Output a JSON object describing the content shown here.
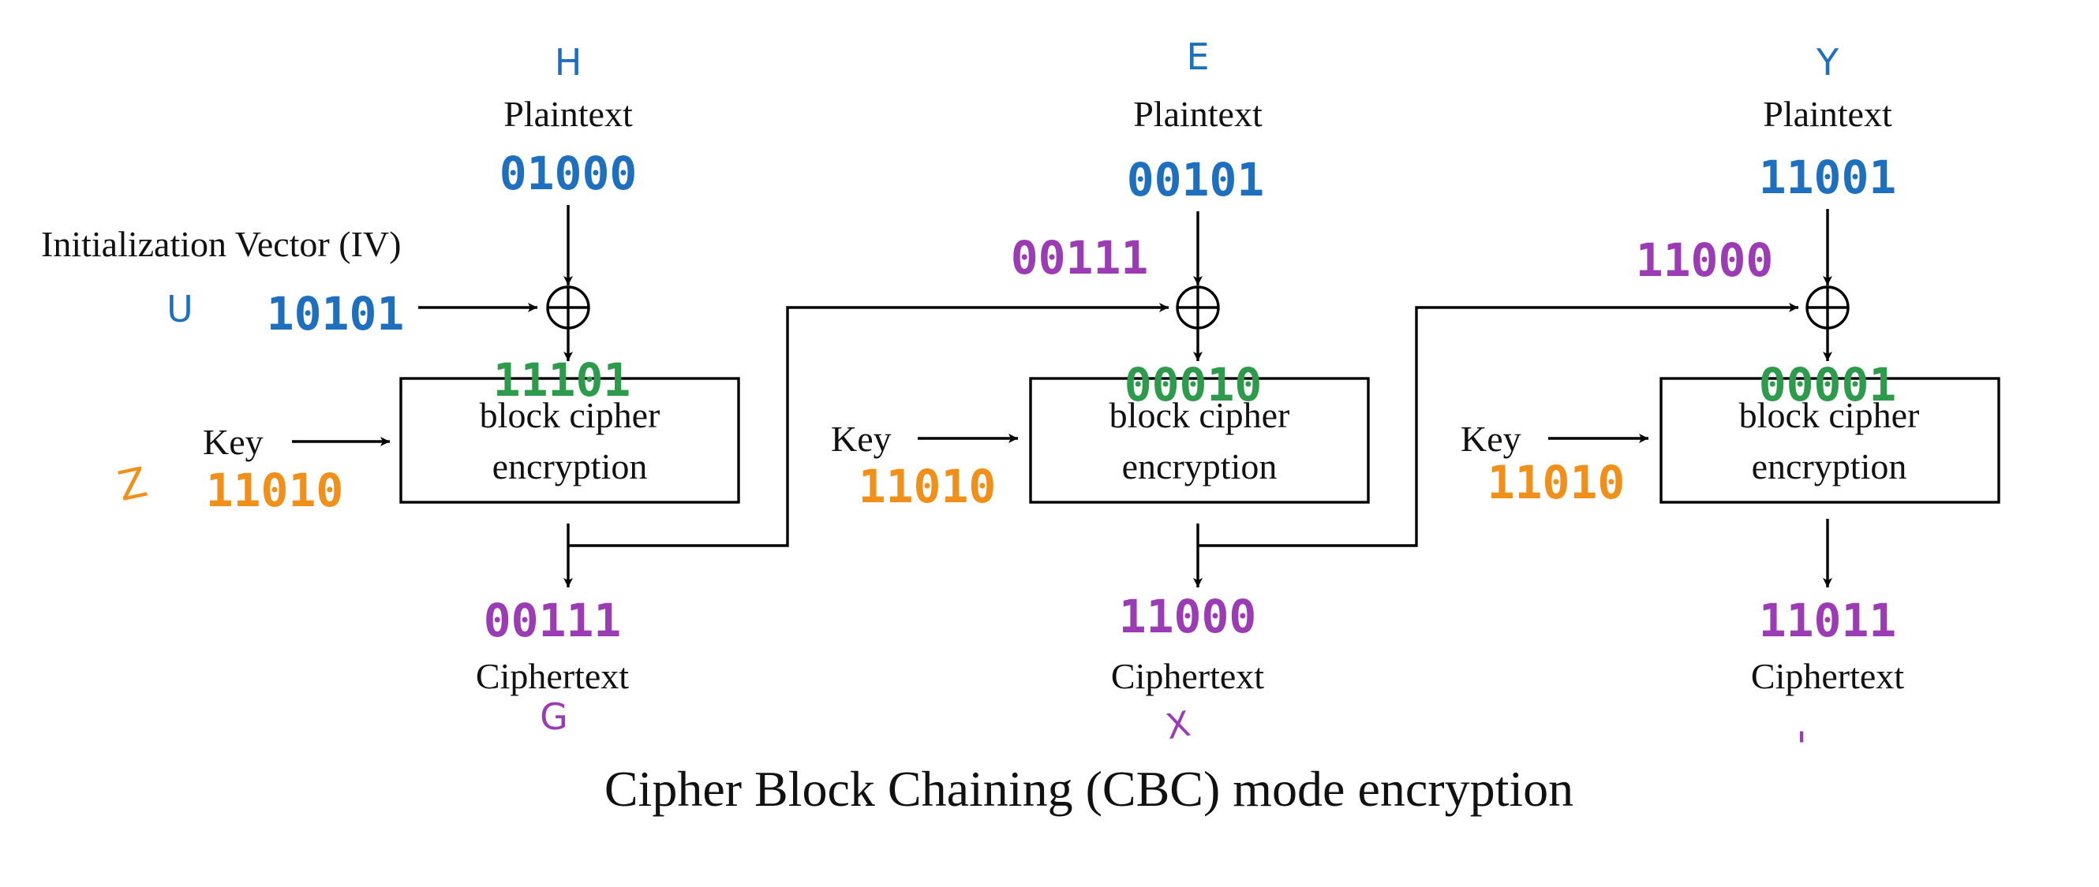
{
  "title": "Cipher Block Chaining (CBC) mode encryption",
  "iv": {
    "label": "Initialization Vector (IV)",
    "bits": "10101",
    "letter": "U"
  },
  "colors": {
    "blue": "#1f6fbf",
    "green": "#2e9b4c",
    "orange": "#f0901a",
    "purple": "#9b3cb5",
    "line": "#000000"
  },
  "blocks": [
    {
      "letter": "H",
      "plaintext_label": "Plaintext",
      "plaintext_bits": "01000",
      "xor_input_bits": "",
      "xor_result_bits": "11101",
      "cipher_line1": "block cipher",
      "cipher_line2": "encryption",
      "key_label": "Key",
      "key_bits": "11010",
      "key_letter": "Z",
      "ciphertext_bits": "00111",
      "ciphertext_label": "Ciphertext",
      "cipher_letter": "G"
    },
    {
      "letter": "E",
      "plaintext_label": "Plaintext",
      "plaintext_bits": "00101",
      "xor_input_bits": "00111",
      "xor_result_bits": "00010",
      "cipher_line1": "block cipher",
      "cipher_line2": "encryption",
      "key_label": "Key",
      "key_bits": "11010",
      "key_letter": "",
      "ciphertext_bits": "11000",
      "ciphertext_label": "Ciphertext",
      "cipher_letter": "X"
    },
    {
      "letter": "Y",
      "plaintext_label": "Plaintext",
      "plaintext_bits": "11001",
      "xor_input_bits": "11000",
      "xor_result_bits": "00001",
      "cipher_line1": "block cipher",
      "cipher_line2": "encryption",
      "key_label": "Key",
      "key_bits": "11010",
      "key_letter": "",
      "ciphertext_bits": "11011",
      "ciphertext_label": "Ciphertext",
      "cipher_letter": "'"
    }
  ]
}
